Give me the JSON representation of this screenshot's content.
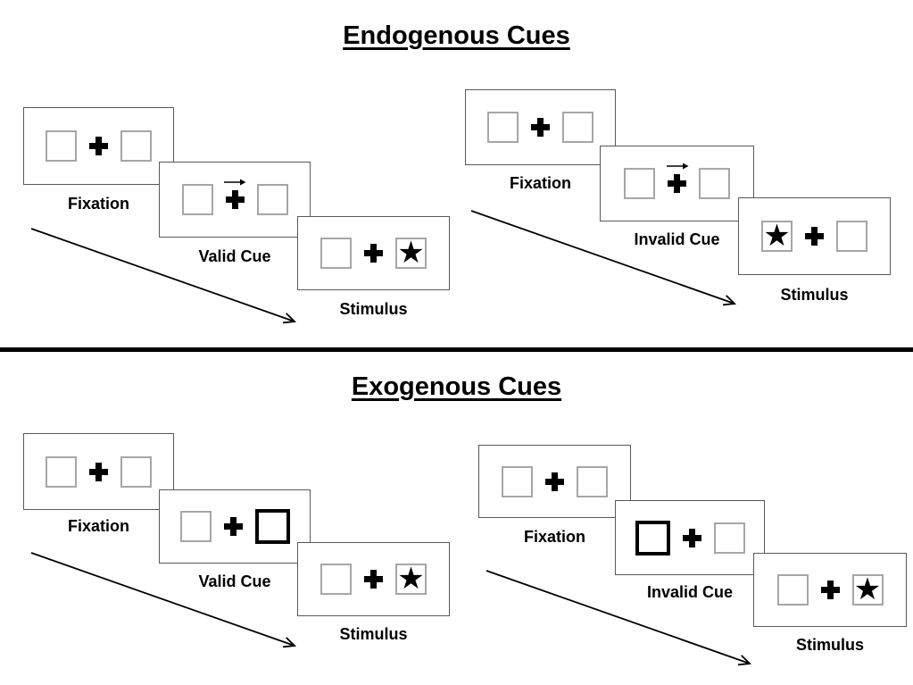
{
  "diagram": {
    "icons": {
      "star": "★"
    },
    "colors": {
      "ink": "#000000",
      "card_border": "#595959",
      "box_border": "#a6a6a6",
      "cue_box_border": "#000000",
      "background": "#ffffff"
    },
    "sections": [
      {
        "title": "Endogenous Cues",
        "panels": [
          {
            "condition": "valid",
            "frames": [
              {
                "label": "Fixation",
                "left_box": "empty",
                "center": "fixation-cross",
                "right_box": "empty"
              },
              {
                "label": "Valid Cue",
                "left_box": "empty",
                "center": "fixation-cross-with-right-arrow",
                "right_box": "empty"
              },
              {
                "label": "Stimulus",
                "left_box": "empty",
                "center": "fixation-cross",
                "right_box": "star"
              }
            ]
          },
          {
            "condition": "invalid",
            "frames": [
              {
                "label": "Fixation",
                "left_box": "empty",
                "center": "fixation-cross",
                "right_box": "empty"
              },
              {
                "label": "Invalid Cue",
                "left_box": "empty",
                "center": "fixation-cross-with-right-arrow",
                "right_box": "empty"
              },
              {
                "label": "Stimulus",
                "left_box": "star",
                "center": "fixation-cross",
                "right_box": "empty"
              }
            ]
          }
        ]
      },
      {
        "title": "Exogenous Cues",
        "panels": [
          {
            "condition": "valid",
            "frames": [
              {
                "label": "Fixation",
                "left_box": "empty",
                "center": "fixation-cross",
                "right_box": "empty"
              },
              {
                "label": "Valid Cue",
                "left_box": "empty",
                "center": "fixation-cross",
                "right_box": "highlighted-box"
              },
              {
                "label": "Stimulus",
                "left_box": "empty",
                "center": "fixation-cross",
                "right_box": "star"
              }
            ]
          },
          {
            "condition": "invalid",
            "frames": [
              {
                "label": "Fixation",
                "left_box": "empty",
                "center": "fixation-cross",
                "right_box": "empty"
              },
              {
                "label": "Invalid Cue",
                "left_box": "highlighted-box",
                "center": "fixation-cross",
                "right_box": "empty"
              },
              {
                "label": "Stimulus",
                "left_box": "empty",
                "center": "fixation-cross",
                "right_box": "star"
              }
            ]
          }
        ]
      }
    ]
  }
}
